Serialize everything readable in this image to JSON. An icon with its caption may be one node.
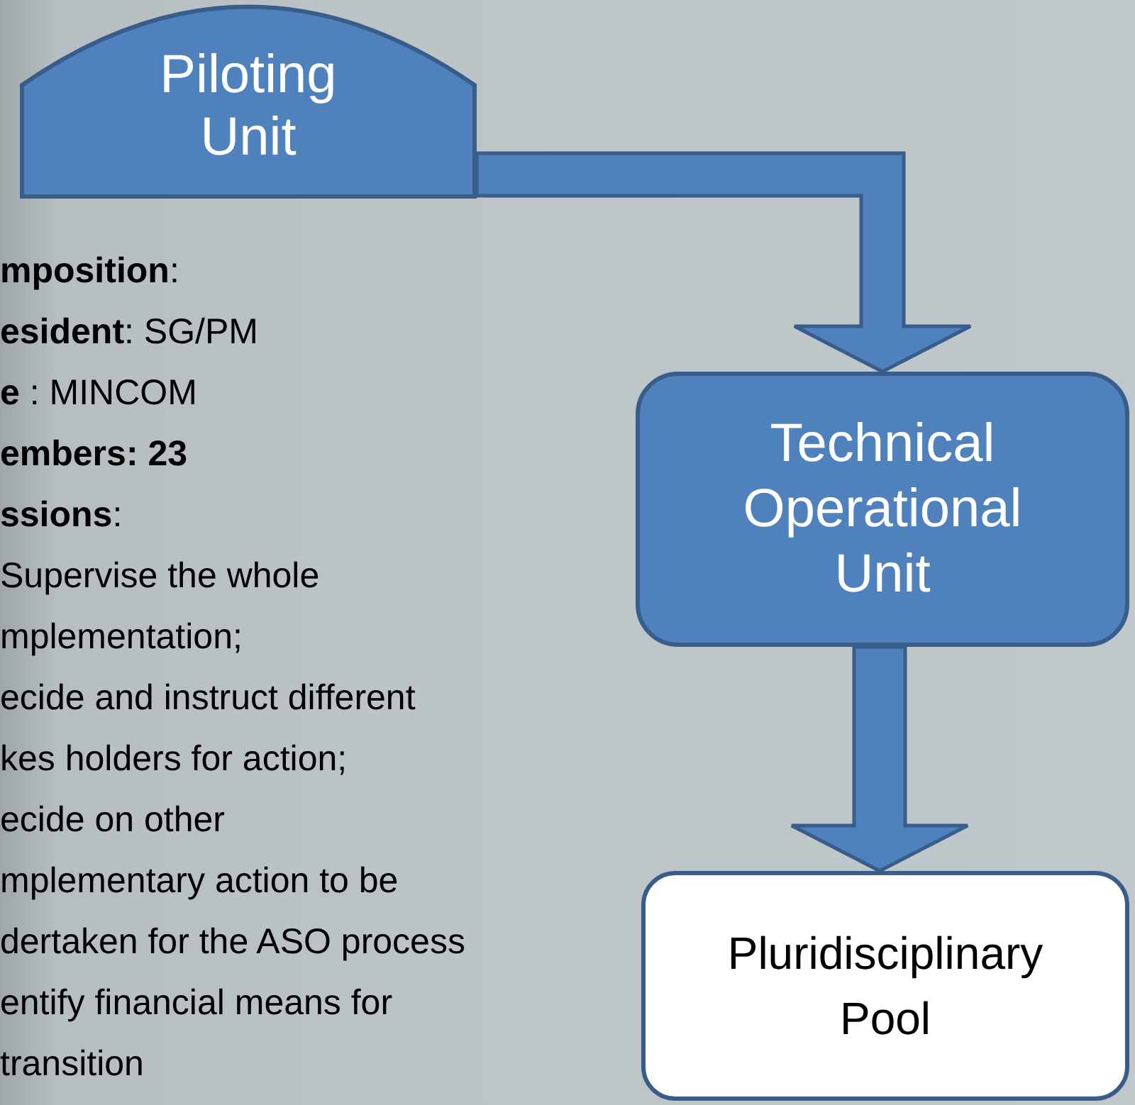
{
  "diagram": {
    "nodes": [
      {
        "text": [
          "Piloting Unit"
        ]
      },
      {
        "text": [
          "Technical Operational Unit"
        ]
      },
      {
        "text": [
          "Pluridisciplinary Pool"
        ]
      }
    ],
    "edges": [
      {
        "from": 0,
        "to": 1,
        "arrow": "to",
        "style": "thick"
      },
      {
        "from": 1,
        "to": 2,
        "arrow": "to",
        "style": "thick"
      }
    ],
    "labels": [
      "**mposition**:",
      "**esident**: SG/PM",
      "**e** : MINCOM",
      "**embers: 23**",
      "**ssions**:",
      "Supervise the whole",
      "mplementation;",
      "ecide and instruct different",
      "kes holders for action;",
      "ecide on other",
      "mplementary action to be",
      "dertaken for the ASO process",
      "entify financial means for",
      "transition"
    ]
  }
}
